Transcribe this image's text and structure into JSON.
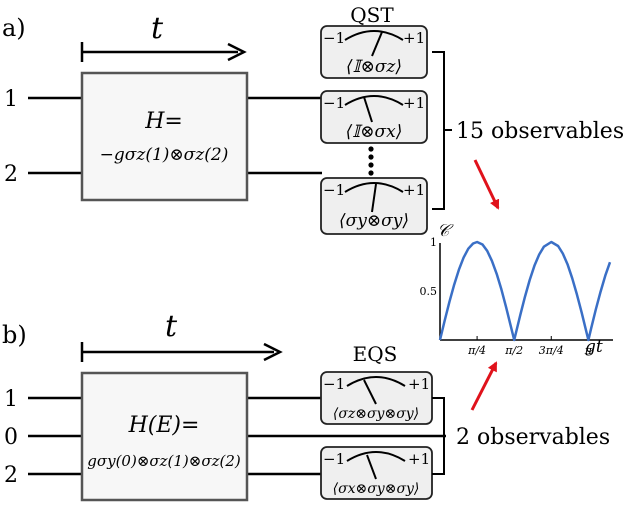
{
  "panel_a": {
    "label": "a)",
    "time_symbol": "t",
    "qubit_labels": [
      "1",
      "2"
    ],
    "hamiltonian_line1": "H=",
    "hamiltonian_line2": "−gσz(1)⊗σz(2)",
    "measurement_title": "QST",
    "meters": [
      {
        "min": "−1",
        "max": "+1",
        "observable": "⟨𝕀⊗σz⟩"
      },
      {
        "min": "−1",
        "max": "+1",
        "observable": "⟨𝕀⊗σx⟩"
      },
      {
        "min": "−1",
        "max": "+1",
        "observable": "⟨σy⊗σy⟩"
      }
    ],
    "observables_text": "15 observables"
  },
  "panel_b": {
    "label": "b)",
    "time_symbol": "t",
    "qubit_labels": [
      "1",
      "0",
      "2"
    ],
    "hamiltonian_line1": "H(E)=",
    "hamiltonian_line2": "gσy(0)⊗σz(1)⊗σz(2)",
    "measurement_title": "EQS",
    "meters": [
      {
        "min": "−1",
        "max": "+1",
        "observable": "⟨σz⊗σy⊗σy⟩"
      },
      {
        "min": "−1",
        "max": "+1",
        "observable": "⟨σx⊗σy⊗σy⟩"
      }
    ],
    "observables_text": "2 observables"
  },
  "colors": {
    "arrow": "#e0121b",
    "curve": "#3a6fc6",
    "box_stroke": "#555555",
    "box_fill": "#f7f7f7"
  },
  "chart_data": {
    "type": "line",
    "ylabel": "𝒞",
    "xlabel": "gt",
    "yticks": [
      "1",
      "0.5"
    ],
    "xticks": [
      "π/4",
      "π/2",
      "3π/4",
      "π"
    ],
    "xlim": [
      0,
      3.6
    ],
    "ylim": [
      0,
      1
    ],
    "function": "|sin(2gt)|",
    "series": [
      {
        "x": [
          0,
          0.1,
          0.2,
          0.3,
          0.4,
          0.5,
          0.6,
          0.7,
          0.785,
          0.9,
          1.0,
          1.1,
          1.2,
          1.3,
          1.4,
          1.5,
          1.571,
          1.7,
          1.8,
          1.9,
          2.0,
          2.1,
          2.2,
          2.356,
          2.5,
          2.6,
          2.7,
          2.8,
          2.9,
          3.0,
          3.1,
          3.142,
          3.2,
          3.3,
          3.4,
          3.5,
          3.6
        ],
        "y": [
          0,
          0.199,
          0.389,
          0.565,
          0.717,
          0.841,
          0.932,
          0.985,
          1.0,
          0.974,
          0.909,
          0.808,
          0.675,
          0.516,
          0.335,
          0.141,
          0.0,
          0.256,
          0.443,
          0.612,
          0.757,
          0.872,
          0.952,
          1.0,
          0.959,
          0.883,
          0.773,
          0.631,
          0.465,
          0.279,
          0.083,
          0.0,
          0.116,
          0.311,
          0.494,
          0.657,
          0.794
        ]
      }
    ]
  }
}
